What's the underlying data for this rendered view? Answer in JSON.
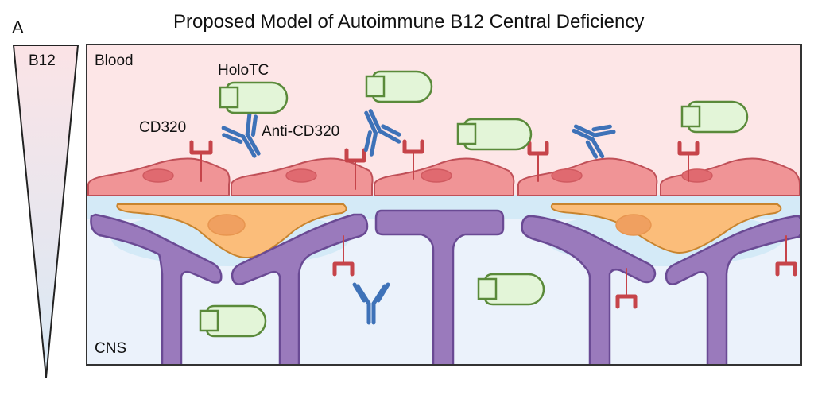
{
  "figure": {
    "panel_letter": "A",
    "title": "Proposed Model of Autoimmune B12 Central Deficiency"
  },
  "gradient": {
    "label": "B12",
    "meaning": "B12 concentration decreasing from blood to CNS",
    "top_color": "#fbe3e6",
    "bottom_color": "#d8e9f5"
  },
  "compartments": {
    "blood": {
      "label": "Blood",
      "color": "#fde6e7"
    },
    "cns": {
      "label": "CNS",
      "color": "#ebf2fb"
    }
  },
  "labels": {
    "holotc": "HoloTC",
    "cd320": "CD320",
    "anti_cd320": "Anti-CD320"
  },
  "colors": {
    "endothelial": "#f09496",
    "endothelial_stroke": "#c05058",
    "nucleus_endo": "#e06a70",
    "pericyte": "#fbbd7a",
    "pericyte_stroke": "#c8842e",
    "pericyte_nucleus": "#f0a060",
    "astrocyte": "#9a7abc",
    "astrocyte_stroke": "#6a4a94",
    "basement": "#d4eaf7",
    "holotc_fill": "#e3f5d8",
    "holotc_stroke": "#5a8a3a",
    "receptor": "#c6444a",
    "antibody": "#3e72b8"
  }
}
